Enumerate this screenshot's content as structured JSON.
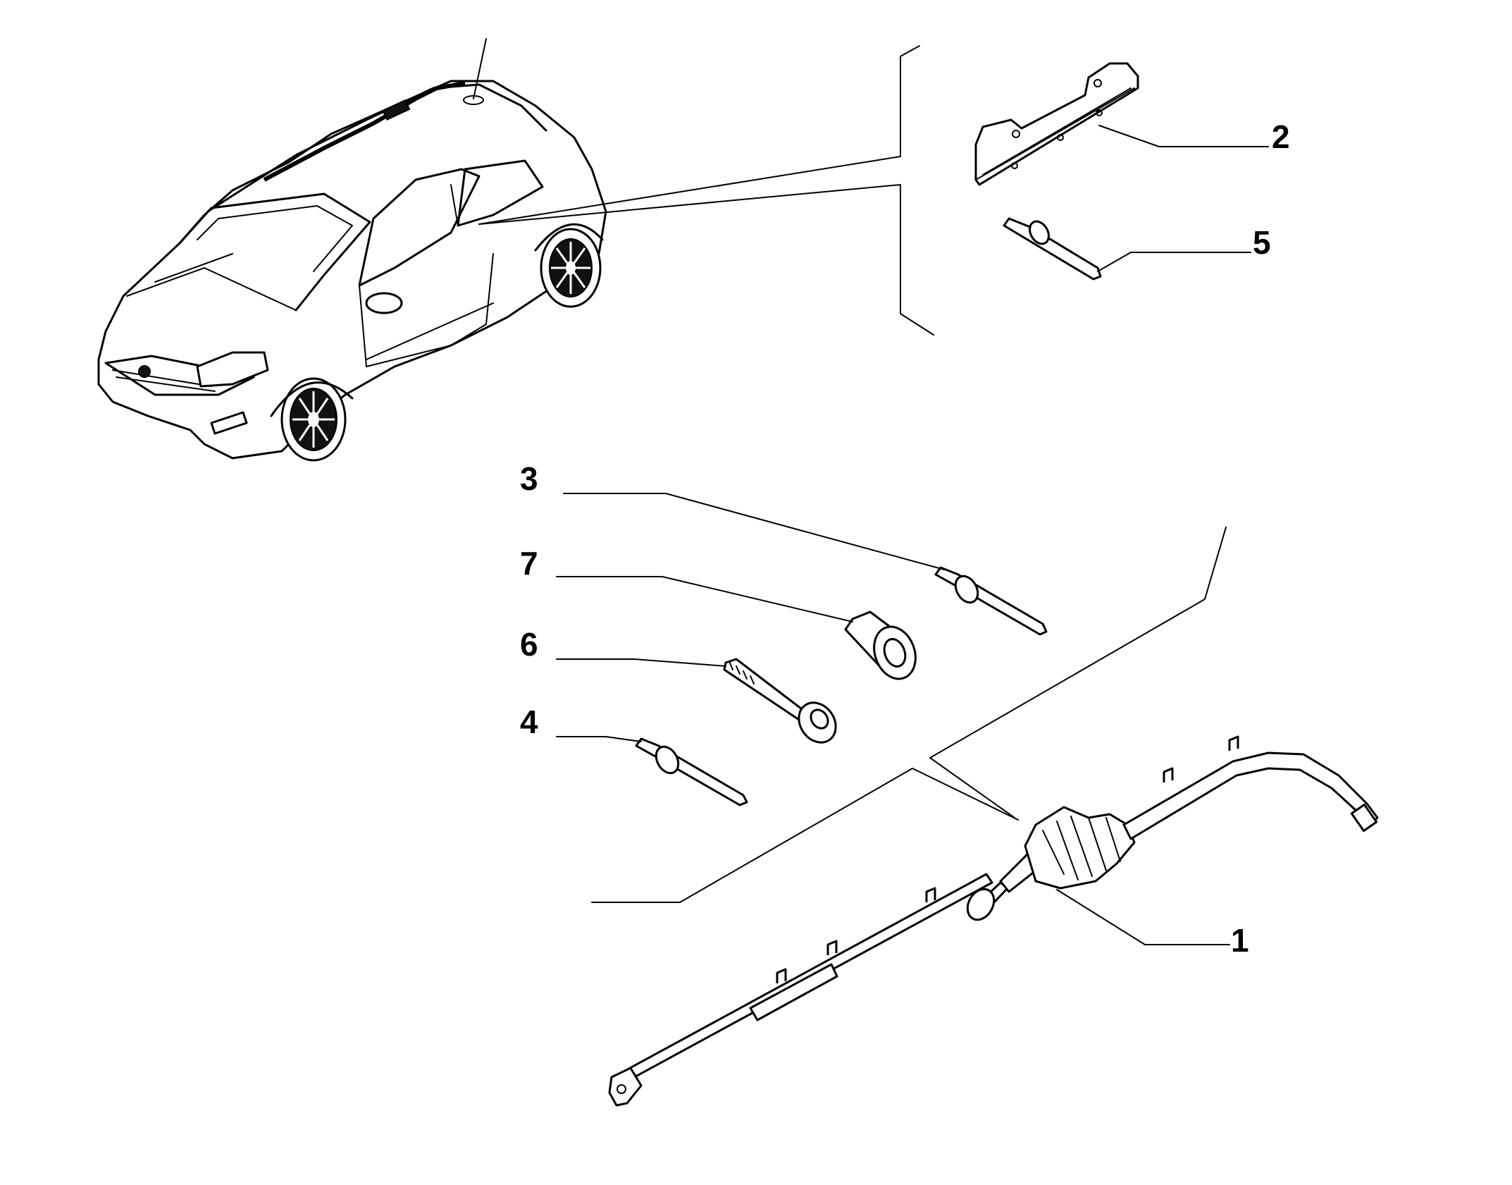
{
  "callouts": [
    {
      "id": "1",
      "label": "1"
    },
    {
      "id": "2",
      "label": "2"
    },
    {
      "id": "3",
      "label": "3"
    },
    {
      "id": "4",
      "label": "4"
    },
    {
      "id": "5",
      "label": "5"
    },
    {
      "id": "6",
      "label": "6"
    },
    {
      "id": "7",
      "label": "7"
    }
  ],
  "colors": {
    "ink": "#000000",
    "background": "#ffffff"
  }
}
